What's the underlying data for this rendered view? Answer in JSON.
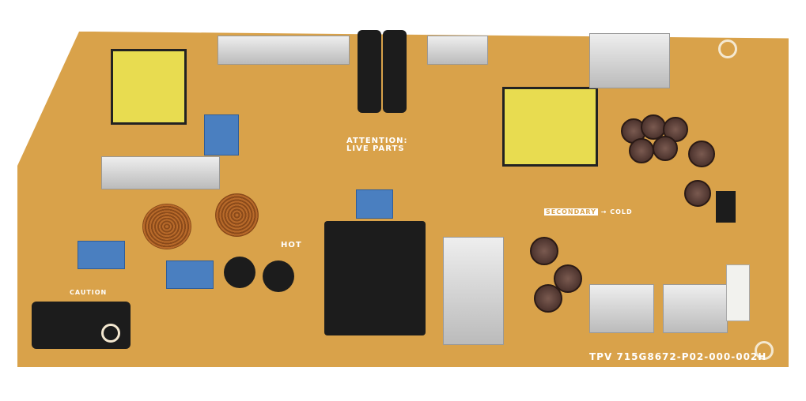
{
  "board": {
    "part_number": "TPV 715G8672-P02-000-002H",
    "warning_line1": "ATTENTION:",
    "warning_line2": "LIVE PARTS",
    "secondary_label": "SECONDARY",
    "cold_label": "→ COLD",
    "hot_label": "HOT",
    "caution_label": "CAUTION"
  },
  "colors": {
    "pcb": "#d9a24a",
    "silkscreen": "#ffffff",
    "capacitor_blue": "#4a7fc0",
    "transformer_tape": "#e8dc50"
  }
}
